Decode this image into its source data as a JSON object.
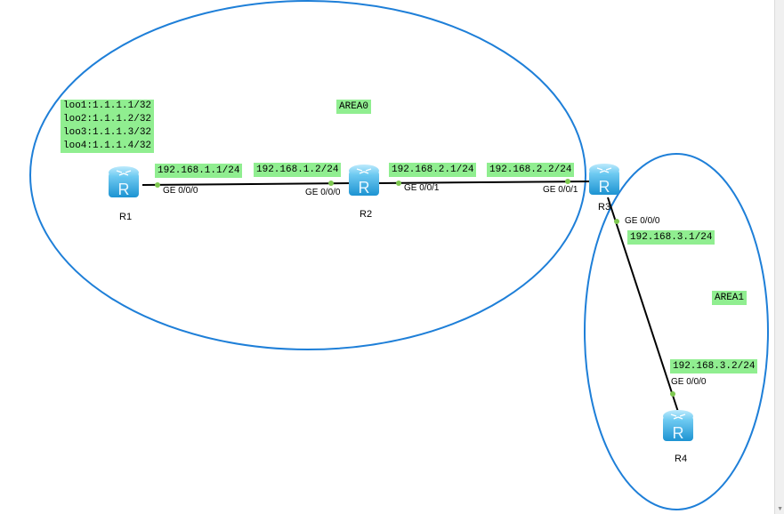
{
  "areas": [
    {
      "id": "area0",
      "label": "AREA0"
    },
    {
      "id": "area1",
      "label": "AREA1"
    }
  ],
  "routers": {
    "r1": {
      "name": "R1",
      "glyph": "R"
    },
    "r2": {
      "name": "R2",
      "glyph": "R"
    },
    "r3": {
      "name": "R3",
      "glyph": "R"
    },
    "r4": {
      "name": "R4",
      "glyph": "R"
    }
  },
  "loopbacks": [
    "loo1:1.1.1.1/32",
    "loo2:1.1.1.2/32",
    "loo3:1.1.1.3/32",
    "loo4:1.1.1.4/32"
  ],
  "interfaces": {
    "r1_g000_ip": "192.168.1.1/24",
    "r1_g000_port": "GE 0/0/0",
    "r2_g000_ip": "192.168.1.2/24",
    "r2_g000_port": "GE 0/0/0",
    "r2_g001_ip": "192.168.2.1/24",
    "r2_g001_port": "GE 0/0/1",
    "r3_g001_ip": "192.168.2.2/24",
    "r3_g001_port": "GE 0/0/1",
    "r3_g000_ip": "192.168.3.1/24",
    "r3_g000_port": "GE 0/0/0",
    "r4_g000_ip": "192.168.3.2/24",
    "r4_g000_port": "GE 0/0/0"
  },
  "colors": {
    "area_outline": "#1e7fd8",
    "label_bg": "#90ee90",
    "link": "#000000",
    "port_dot": "#7ec850",
    "router_body": "#2aa6e0"
  }
}
